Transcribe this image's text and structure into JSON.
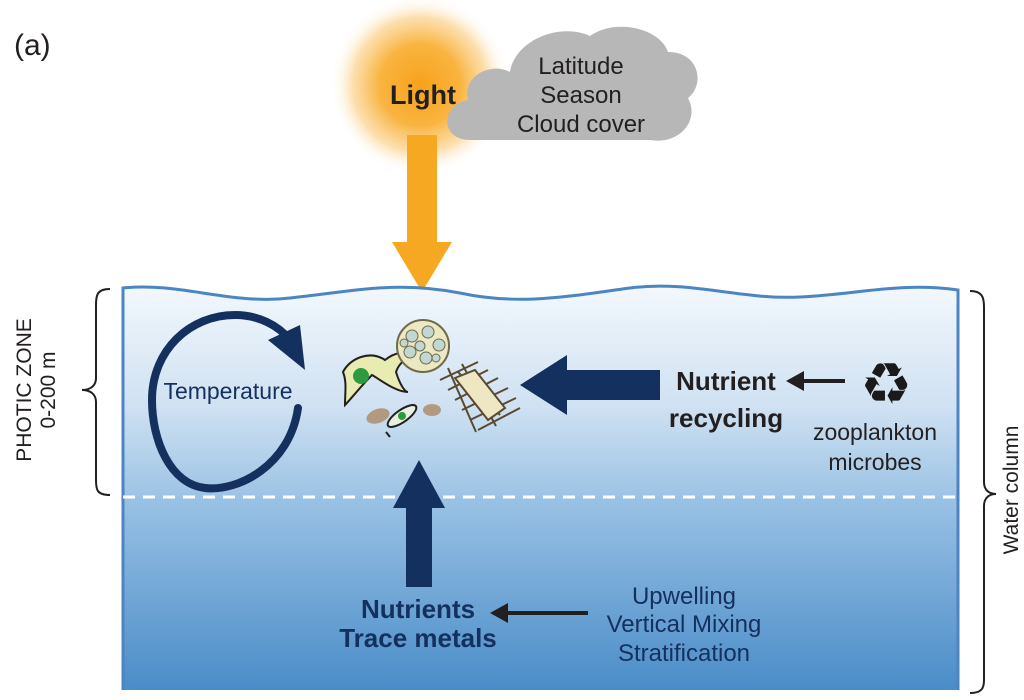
{
  "panel_label": "(a)",
  "sun": {
    "label": "Light"
  },
  "cloud": {
    "lines": [
      "Latitude",
      "Season",
      "Cloud cover"
    ]
  },
  "photic_zone": {
    "line1": "PHOTIC ZONE",
    "line2": "0-200 m"
  },
  "water_column": {
    "label": "Water column"
  },
  "temperature": {
    "label": "Temperature"
  },
  "recycling": {
    "line1": "Nutrient",
    "line2": "recycling"
  },
  "recyclers": {
    "line1": "zooplankton",
    "line2": "microbes"
  },
  "nutrients": {
    "line1": "Nutrients",
    "line2": "Trace metals"
  },
  "mixing": {
    "lines": [
      "Upwelling",
      "Vertical Mixing",
      "Stratification"
    ]
  },
  "recycle_icon": {
    "glyph": "♻"
  },
  "colors": {
    "sun_orange": "#f7a823",
    "cloud_gray": "#b7b7b8",
    "water_top": "#f2f7fc",
    "water_bottom": "#4a8cc8",
    "dark_navy": "#14305f",
    "water_line": "#4b86c2"
  }
}
